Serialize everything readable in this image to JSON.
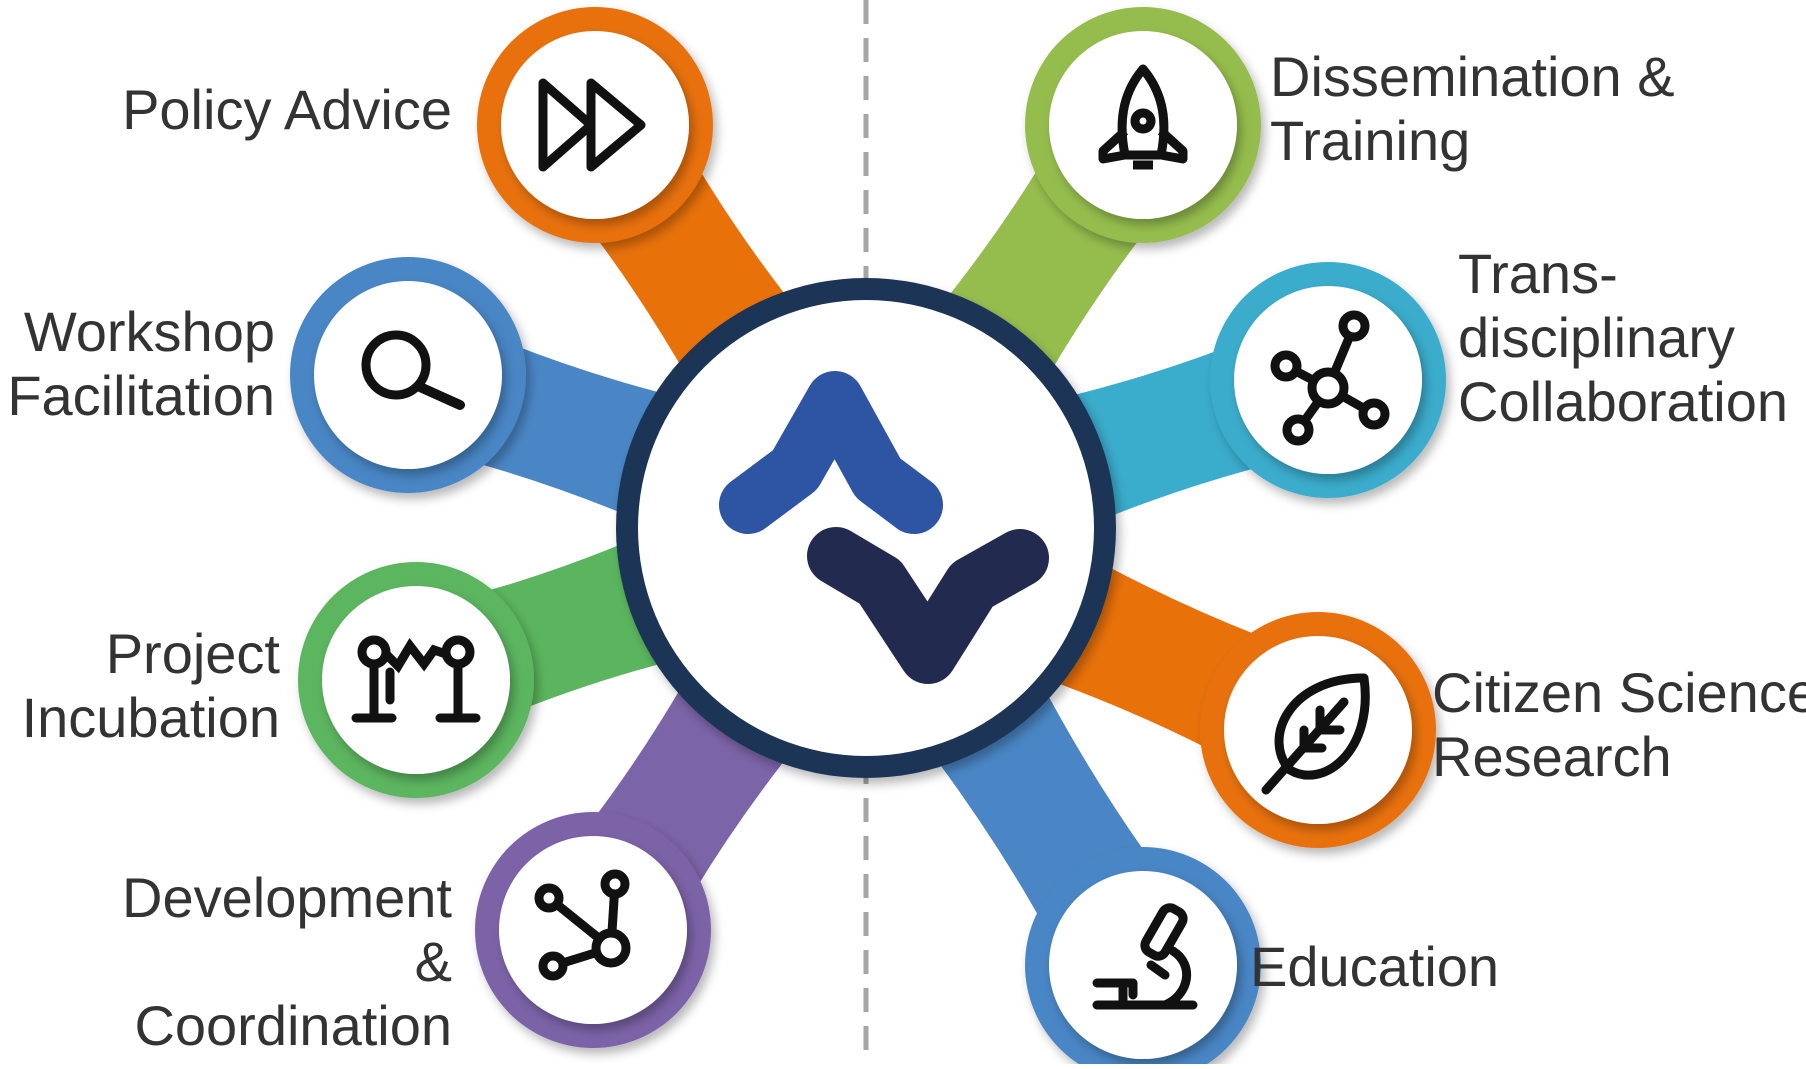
{
  "colors": {
    "orange": "#E8710A",
    "blue": "#4A86C5",
    "green": "#5BB55E",
    "purple": "#7C64A8",
    "lime": "#95BD4E",
    "teal": "#3AACCC",
    "hub_ring": "#1D3557",
    "logo_upper": "#2E55A3",
    "logo_lower": "#222A50",
    "divider": "#A6A6A6",
    "text": "#333333"
  },
  "hub": {
    "name": "organization-logo"
  },
  "services": [
    {
      "id": "policy-advice",
      "lines": [
        "Policy Advice"
      ],
      "icon": "fast-forward-icon",
      "color": "orange",
      "side": "left"
    },
    {
      "id": "workshop-facilitation",
      "lines": [
        "Workshop",
        "Facilitation"
      ],
      "icon": "magnifier-icon",
      "color": "blue",
      "side": "left"
    },
    {
      "id": "project-incubation",
      "lines": [
        "Project",
        "Incubation"
      ],
      "icon": "bridge-icon",
      "color": "green",
      "side": "left"
    },
    {
      "id": "development-coordination",
      "lines": [
        "Development",
        "&",
        "Coordination"
      ],
      "icon": "network-graph-icon",
      "color": "purple",
      "side": "left"
    },
    {
      "id": "dissemination-training",
      "lines": [
        "Dissemination &",
        "Training"
      ],
      "icon": "rocket-icon",
      "color": "lime",
      "side": "right"
    },
    {
      "id": "transdisciplinary-collaboration",
      "lines": [
        "Trans-",
        "disciplinary",
        "Collaboration"
      ],
      "icon": "hub-network-icon",
      "color": "teal",
      "side": "right"
    },
    {
      "id": "citizen-science-research",
      "lines": [
        "Citizen Science",
        "Research"
      ],
      "icon": "leaf-icon",
      "color": "orange",
      "side": "right"
    },
    {
      "id": "education",
      "lines": [
        "Education"
      ],
      "icon": "microscope-icon",
      "color": "blue",
      "side": "right"
    }
  ]
}
